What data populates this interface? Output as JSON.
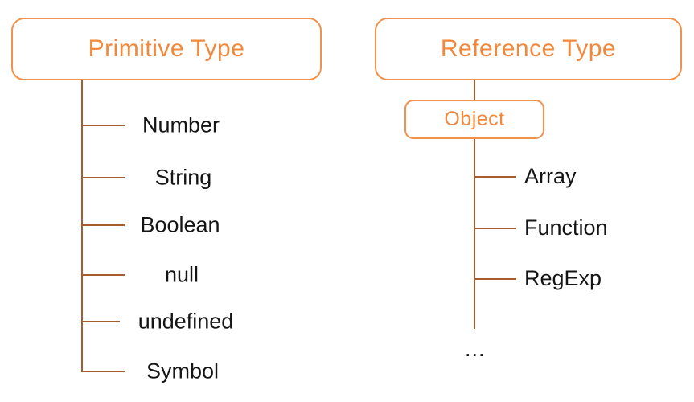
{
  "diagram": {
    "title_primitive": "Primitive Type",
    "title_reference": "Reference Type",
    "object_label": "Object",
    "ellipsis": "...",
    "accent_color": "#F2883C",
    "border_color": "#F0924D",
    "line_color": "#A85C2E",
    "label_color": "#151515",
    "background": "#ffffff"
  },
  "primitive": {
    "heading": "Primitive Type",
    "children": [
      {
        "label": "Number"
      },
      {
        "label": "String"
      },
      {
        "label": "Boolean"
      },
      {
        "label": "null"
      },
      {
        "label": "undefined"
      },
      {
        "label": "Symbol"
      }
    ]
  },
  "reference": {
    "heading": "Reference Type",
    "object": "Object",
    "children": [
      {
        "label": "Array"
      },
      {
        "label": "Function"
      },
      {
        "label": "RegExp"
      },
      {
        "label": "..."
      }
    ]
  }
}
